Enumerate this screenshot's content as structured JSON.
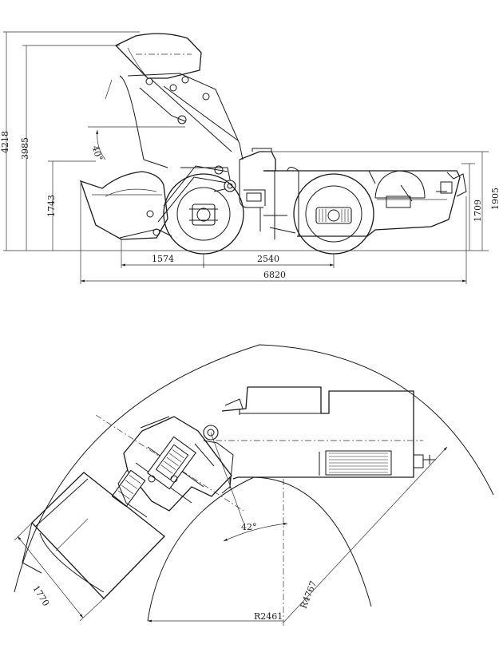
{
  "side_view": {
    "dims": {
      "overall_height": "4218",
      "raised_height": "3985",
      "cab_height": "1905",
      "body_height": "1709",
      "bucket_height": "1743",
      "front_overhang": "1574",
      "wheelbase": "2540",
      "overall_length": "6820",
      "dump_angle": "40°"
    }
  },
  "top_view": {
    "dims": {
      "bucket_width": "1770",
      "articulation_angle": "42°",
      "inner_radius": "R2461",
      "outer_radius": "R4767"
    }
  }
}
